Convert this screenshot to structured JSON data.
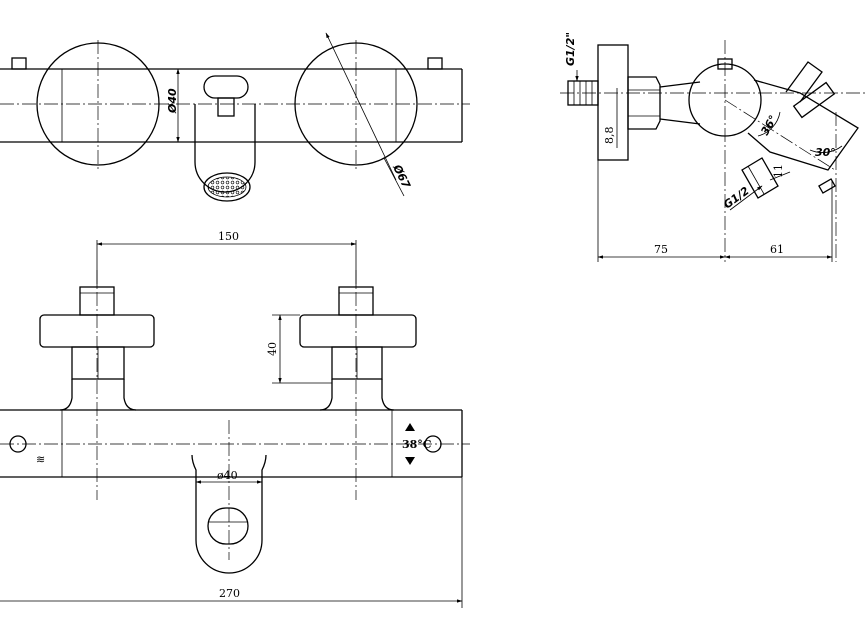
{
  "top_view": {
    "body_diameter": "Ø40",
    "handle_diameter": "Ø67"
  },
  "side_view": {
    "inlet_thread": "G1/2\"",
    "flange_thickness": "8,8",
    "handle_angle": "36°",
    "spout_angle": "30°",
    "outlet_thread": "G1/2",
    "outlet_length": "11",
    "depth_left": "75",
    "depth_right": "61"
  },
  "front_view": {
    "inlet_spacing": "150",
    "handle_height": "40",
    "outlet_diameter": "ø40",
    "temperature": "38°C",
    "overall_length": "270"
  }
}
